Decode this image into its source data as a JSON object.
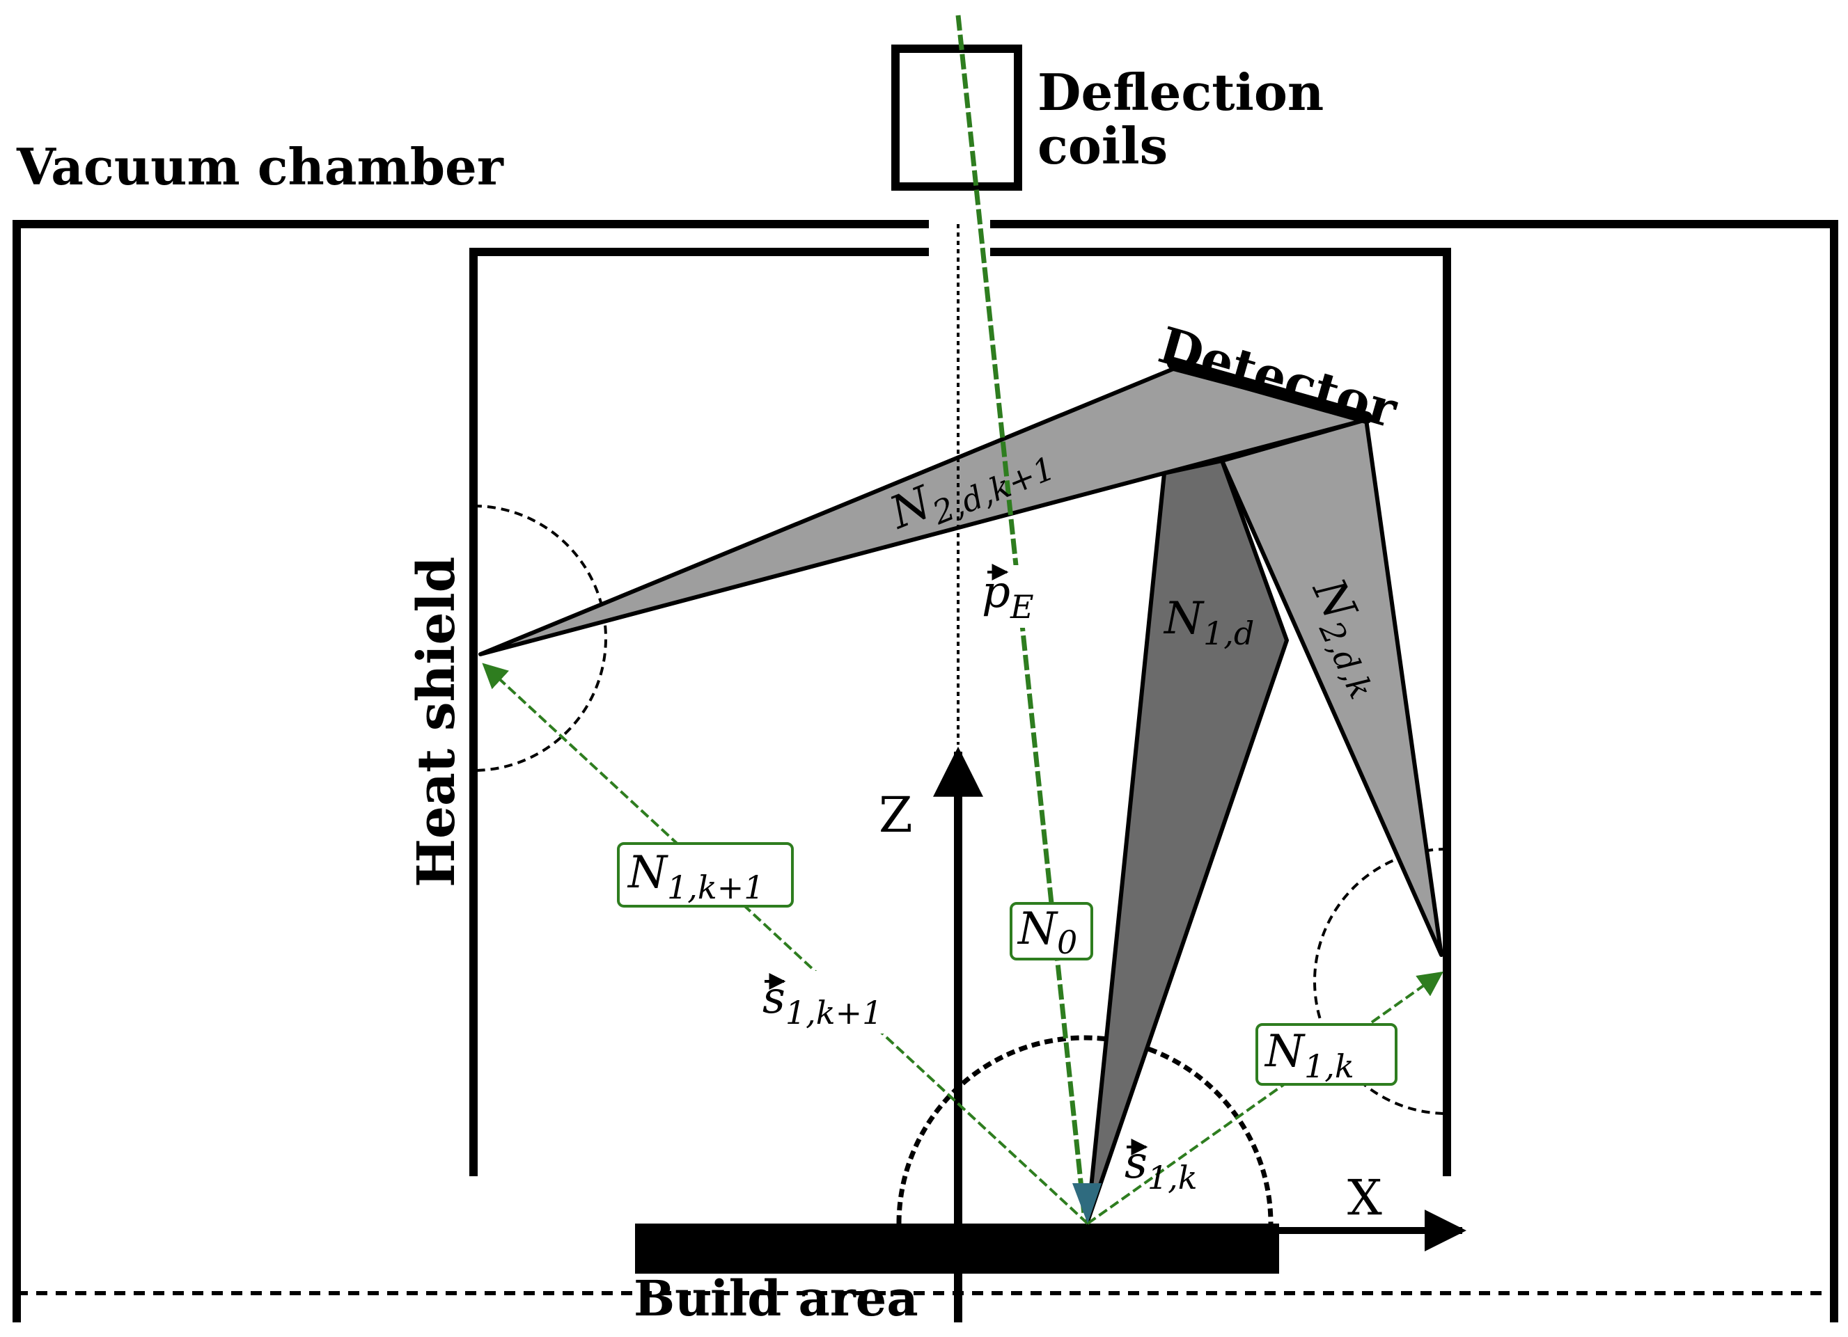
{
  "labels": {
    "vacuum_chamber": "Vacuum chamber",
    "deflection": "Deflection",
    "coils": "coils",
    "detector": "Detector",
    "heat_shield": "Heat shield",
    "build_area": "Build area",
    "axis_z": "Z",
    "axis_x": "X"
  },
  "math": {
    "n2dk1": {
      "base": "N",
      "sub": "2,d,k+1"
    },
    "n1d": {
      "base": "N",
      "sub": "1,d"
    },
    "n2dk": {
      "base": "N",
      "sub": "2,d,k"
    },
    "pe": {
      "base": "p",
      "sub": "E"
    },
    "n1k1": {
      "base": "N",
      "sub": "1,k+1"
    },
    "n0": {
      "base": "N",
      "sub": "0"
    },
    "s1k1": {
      "base": "s",
      "sub": "1,k+1"
    },
    "n1k": {
      "base": "N",
      "sub": "1,k"
    },
    "s1k": {
      "base": "s",
      "sub": "1,k"
    }
  },
  "colors": {
    "line": "#000000",
    "beam_green": "#2e7d1f",
    "triangle_light": "#9e9e9e",
    "triangle_dark": "#6b6b6b",
    "impact": "#2f6b7f"
  }
}
